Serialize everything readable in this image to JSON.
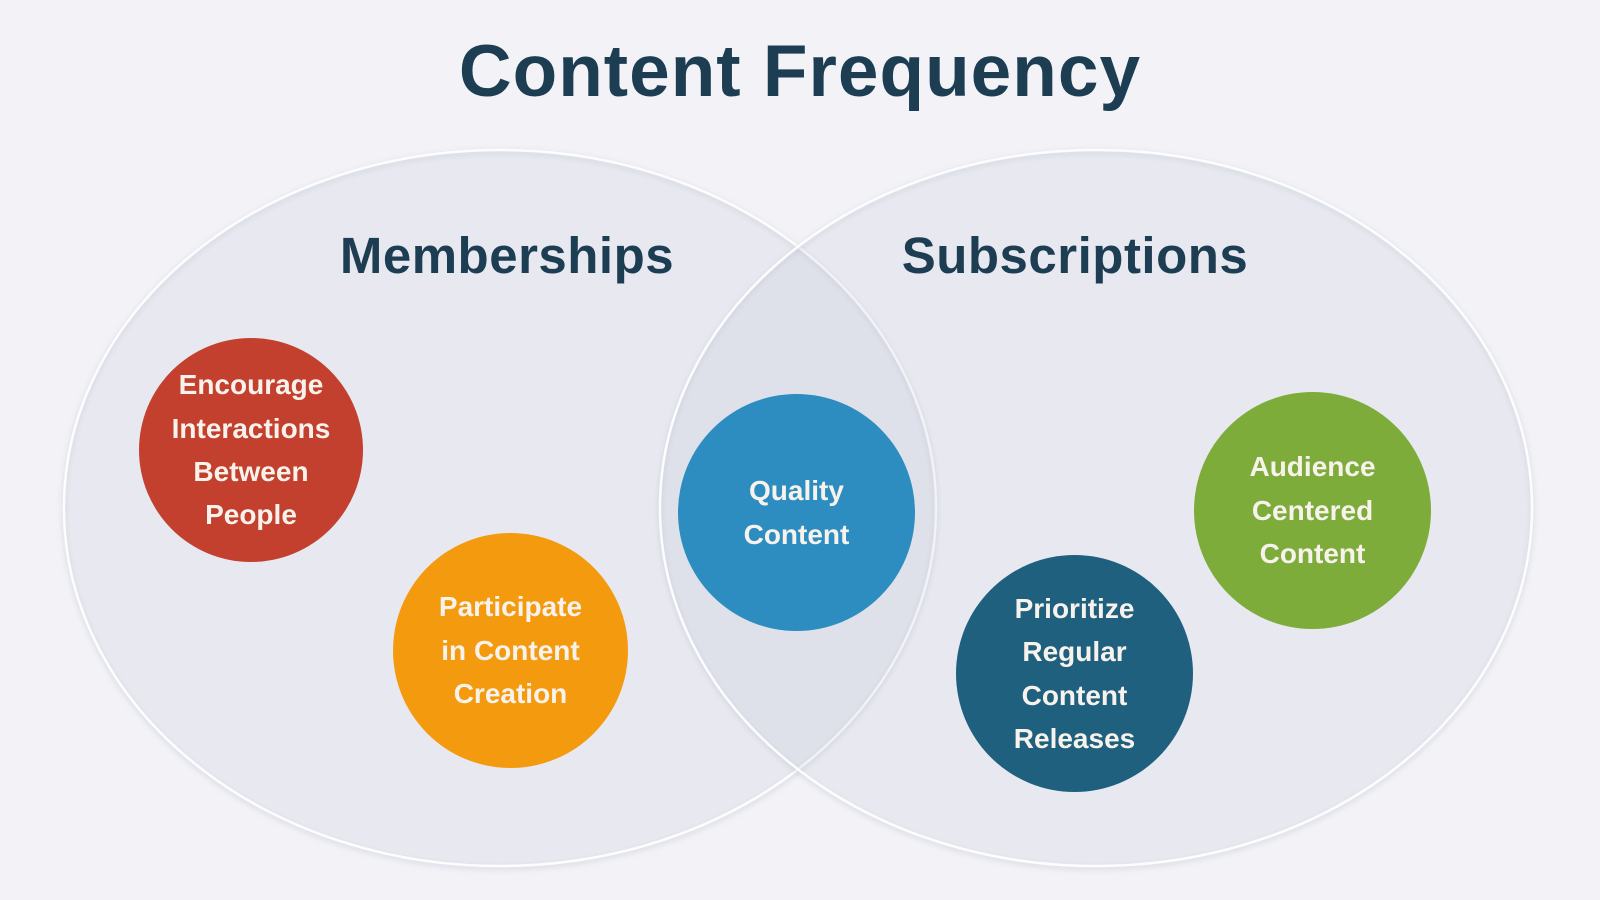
{
  "title": "Content Frequency",
  "diagram_type": "venn",
  "sets": {
    "left": {
      "label": "Memberships"
    },
    "right": {
      "label": "Subscriptions"
    }
  },
  "bubbles": [
    {
      "id": "encourage-interactions",
      "set": "Memberships",
      "text": "Encourage\nInteractions\nBetween\nPeople",
      "color": "#c4402e"
    },
    {
      "id": "participate-creation",
      "set": "Memberships",
      "text": "Participate\nin Content\nCreation",
      "color": "#f49a0f"
    },
    {
      "id": "quality-content",
      "set": "Memberships + Subscriptions overlap",
      "text": "Quality\nContent",
      "color": "#2e8dc0"
    },
    {
      "id": "regular-releases",
      "set": "Subscriptions",
      "text": "Prioritize\nRegular\nContent\nReleases",
      "color": "#20607f"
    },
    {
      "id": "audience-centered",
      "set": "Subscriptions",
      "text": "Audience\nCentered\nContent",
      "color": "#7dac3b"
    }
  ],
  "colors": {
    "background": "#f2f2f7",
    "heading_text": "#1d3d53",
    "bubble_text": "#f7f3ec",
    "ellipse_fill": "rgba(148,168,190,0.08)",
    "ellipse_stroke": "rgba(255,255,255,0.9)"
  }
}
